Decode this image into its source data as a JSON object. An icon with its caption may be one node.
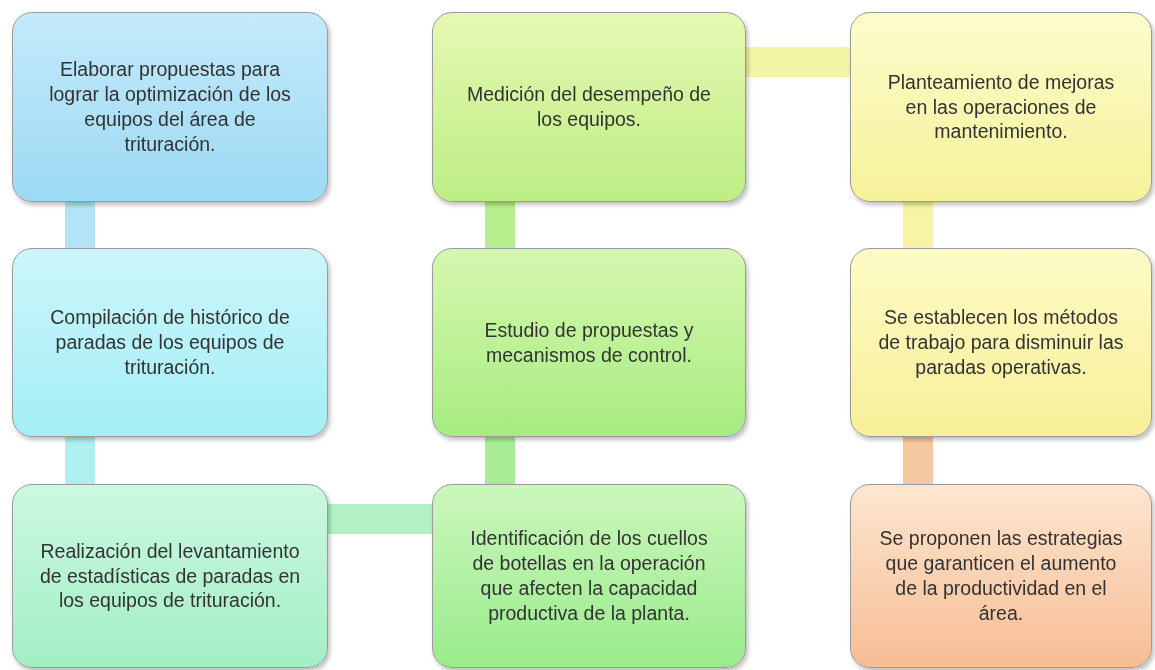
{
  "diagram": {
    "nodes": [
      {
        "text": [
          "Elaborar propuestas  para lograr la optimización de los equipos del área de trituración."
        ]
      },
      {
        "text": [
          "Medición del desempeño de los equipos."
        ]
      },
      {
        "text": [
          "Planteamiento de mejoras en  las operaciones de mantenimiento."
        ]
      },
      {
        "text": [
          "Compilación de histórico de paradas  de los equipos de trituración."
        ]
      },
      {
        "text": [
          "Estudio de propuestas y mecanismos  de control."
        ]
      },
      {
        "text": [
          "Se establecen los métodos de trabajo para disminuir las paradas operativas."
        ]
      },
      {
        "text": [
          "Realización del levantamiento de estadísticas de paradas en los equipos de trituración."
        ]
      },
      {
        "text": [
          "Identificación de los cuellos de botellas en la operación que afecten la capacidad productiva de la planta."
        ]
      },
      {
        "text": [
          "Se proponen las estrategias que garanticen el aumento de la productividad en el área."
        ]
      }
    ],
    "edges": [
      {
        "from": 0,
        "to": 3,
        "arrow": "none",
        "color": "#b3e4f5"
      },
      {
        "from": 3,
        "to": 6,
        "arrow": "none",
        "color": "#aef0ee"
      },
      {
        "from": 6,
        "to": 7,
        "arrow": "none",
        "color": "#b4f2c6"
      },
      {
        "from": 7,
        "to": 4,
        "arrow": "none",
        "color": "#a8ed95"
      },
      {
        "from": 4,
        "to": 1,
        "arrow": "none",
        "color": "#b8ef8e"
      },
      {
        "from": 1,
        "to": 2,
        "arrow": "none",
        "color": "#f3f5a6"
      },
      {
        "from": 2,
        "to": 5,
        "arrow": "none",
        "color": "#f8f4a6"
      },
      {
        "from": 5,
        "to": 8,
        "arrow": "none",
        "color": "#f6c8a0"
      }
    ]
  }
}
